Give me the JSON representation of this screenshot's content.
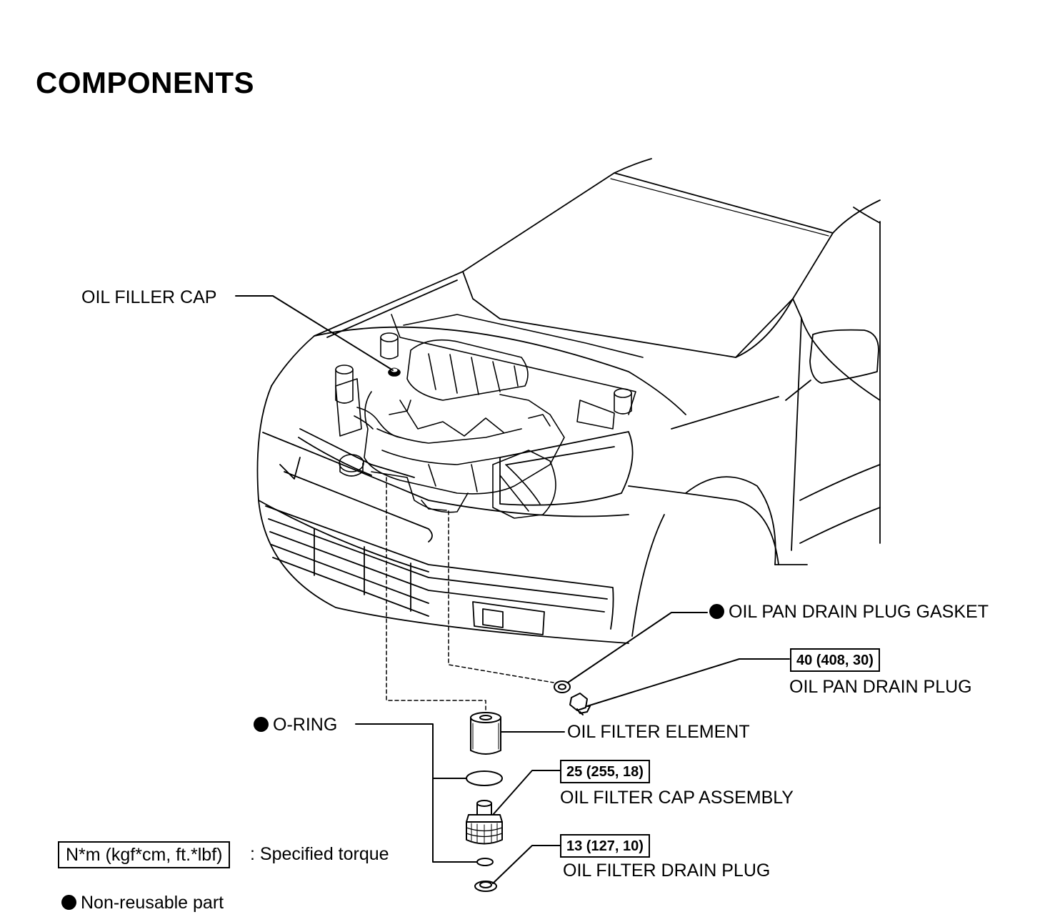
{
  "title": "COMPONENTS",
  "labels": {
    "oil_filler_cap": "OIL FILLER CAP",
    "oil_pan_drain_plug_gasket": "OIL PAN DRAIN PLUG GASKET",
    "oil_pan_drain_plug": "OIL PAN DRAIN PLUG",
    "o_ring": "O-RING",
    "oil_filter_element": "OIL FILTER ELEMENT",
    "oil_filter_cap_assembly": "OIL FILTER CAP ASSEMBLY",
    "oil_filter_drain_plug": "OIL FILTER DRAIN PLUG"
  },
  "torques": {
    "oil_pan_drain_plug": "40 (408, 30)",
    "oil_filter_cap_assembly": "25 (255, 18)",
    "oil_filter_drain_plug": "13 (127, 10)"
  },
  "legend": {
    "torque_box": "N*m (kgf*cm, ft.*lbf)",
    "torque_text": ": Specified torque",
    "nonreusable_text": "Non-reusable part"
  },
  "icons": {
    "non_reusable_marker": "filled-circle-icon"
  },
  "colors": {
    "ink": "#000000",
    "paper": "#ffffff"
  }
}
